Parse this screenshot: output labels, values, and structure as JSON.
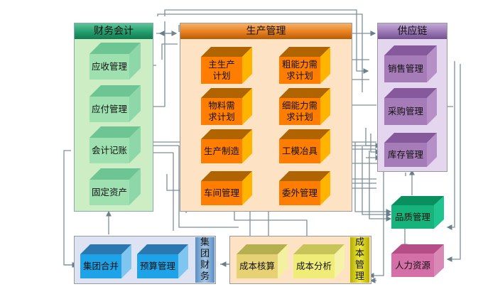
{
  "finance": {
    "title": "财务会计",
    "items": [
      "应收管理",
      "应付管理",
      "会计记账",
      "固定资产"
    ]
  },
  "production": {
    "title": "生产管理",
    "items": [
      "主生产\n计划",
      "粗能力需\n求计划",
      "物料需\n求计划",
      "细能力需\n求计划",
      "生产制造",
      "工模冶具",
      "车间管理",
      "委外管理"
    ]
  },
  "supply_chain": {
    "title": "供应链",
    "items": [
      "销售管理",
      "采购管理",
      "库存管理"
    ]
  },
  "quality": {
    "label": "品质管理"
  },
  "hr": {
    "label": "人力资源"
  },
  "group_finance": {
    "title": "集\n团\n财\n务",
    "items": [
      "集团合并",
      "预算管理"
    ]
  },
  "cost": {
    "title": "成\n本\n管\n理",
    "items": [
      "成本核算",
      "成本分析"
    ]
  },
  "colors": {
    "finance_header": "#1f9a6a",
    "finance_bg": "#cdeec5",
    "production_header": "#e8801e",
    "production_bg": "#fde2c4",
    "production_box": "#ff7d00",
    "supply_header": "#9a78b4",
    "supply_bg": "#e3d6ee",
    "quality_box": "#19b981",
    "hr_box": "#d46fa8",
    "group_box": "#1ea2e8",
    "cost_box": "#e8e06a",
    "line": "#6a7f8c"
  }
}
